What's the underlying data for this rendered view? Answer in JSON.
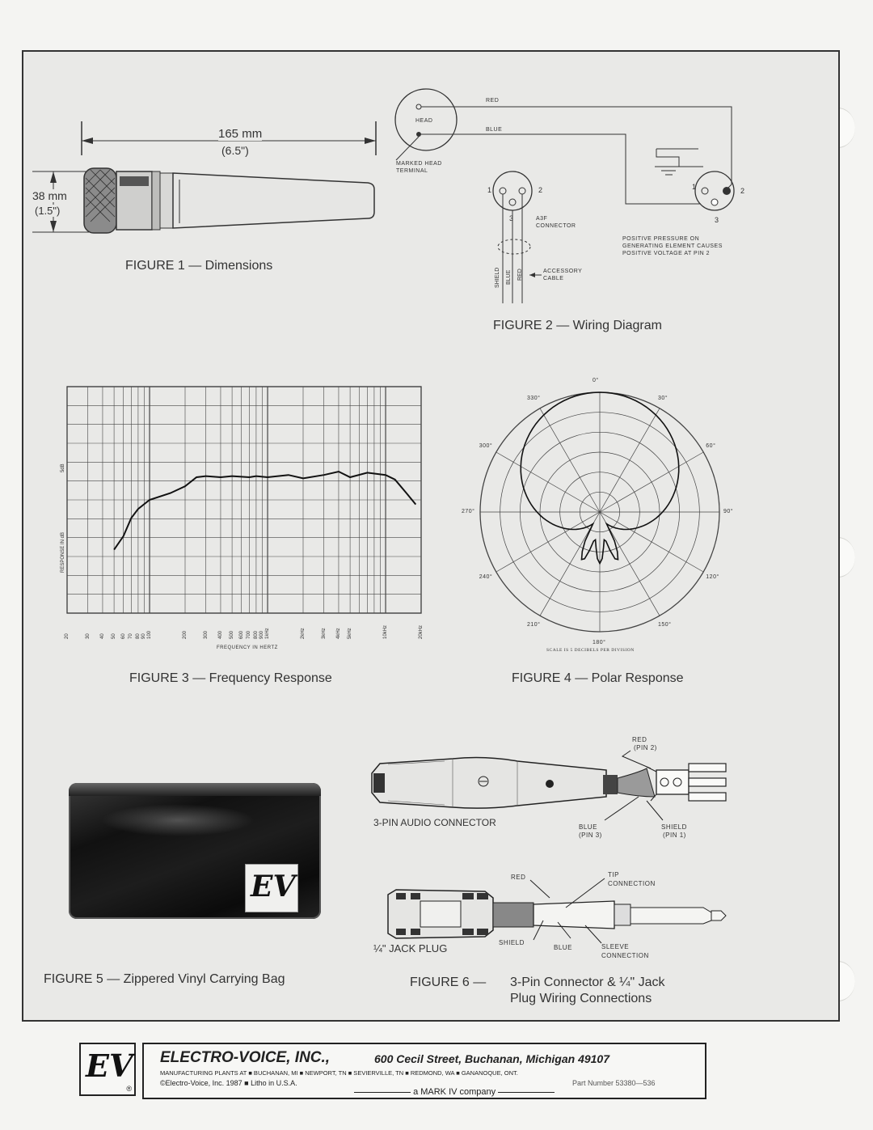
{
  "fig1": {
    "caption": "FIGURE 1 — Dimensions",
    "length_mm": "165 mm",
    "length_in": "(6.5\")",
    "dia_mm": "38 mm",
    "dia_in": "(1.5\")"
  },
  "fig2": {
    "caption": "FIGURE 2 — Wiring Diagram",
    "red": "RED",
    "blue": "BLUE",
    "head": "HEAD",
    "marked1": "MARKED HEAD",
    "marked2": "TERMINAL",
    "pin1": "1",
    "pin2": "2",
    "pin3": "3",
    "a3f1": "A3F",
    "a3f2": "CONNECTOR",
    "acc1": "ACCESSORY",
    "acc2": "CABLE",
    "shield_v": "SHIELD",
    "blue_v": "BLUE",
    "red_v": "RED",
    "note1": "POSITIVE PRESSURE ON",
    "note2": "GENERATING ELEMENT CAUSES",
    "note3": "POSITIVE VOLTAGE AT PIN 2"
  },
  "fig3": {
    "caption": "FIGURE 3 — Frequency Response",
    "ylabel": "RESPONSE IN dB",
    "scale_label": "5dB",
    "xlabel": "FREQUENCY IN HERTZ",
    "ticks": [
      "20",
      "30",
      "40",
      "50",
      "60",
      "70",
      "80",
      "90",
      "100",
      "200",
      "300",
      "400",
      "500",
      "600",
      "700",
      "800",
      "900",
      "1kHz",
      "2kHz",
      "3kHz",
      "4kHz",
      "5kHz",
      "10kHz",
      "20kHz"
    ]
  },
  "fig4": {
    "caption": "FIGURE 4 — Polar Response",
    "angles": [
      "0°",
      "30°",
      "60°",
      "90°",
      "120°",
      "150°",
      "180°",
      "210°",
      "240°",
      "270°",
      "300°",
      "330°"
    ],
    "scale_note": "SCALE IS 5 DECIBELS PER DIVISION"
  },
  "fig5": {
    "caption": "FIGURE 5 — Zippered Vinyl Carrying Bag",
    "logo": "EV"
  },
  "fig6": {
    "caption_prefix": "FIGURE 6 —",
    "caption_line1": "3-Pin Connector & ¼\" Jack",
    "caption_line2": "Plug Wiring Connections",
    "conn_label": "3-PIN AUDIO CONNECTOR",
    "red": "RED",
    "pin2": "(PIN 2)",
    "blue": "BLUE",
    "pin3": "(PIN 3)",
    "shield": "SHIELD",
    "pin1": "(PIN 1)",
    "jack_label": "¼\" JACK PLUG",
    "j_red": "RED",
    "tip1": "TIP",
    "tip2": "CONNECTION",
    "j_shield": "SHIELD",
    "j_blue": "BLUE",
    "sleeve1": "SLEEVE",
    "sleeve2": "CONNECTION"
  },
  "footer": {
    "logo": "EV",
    "company": "ELECTRO-VOICE, INC.,",
    "address": "600 Cecil Street, Buchanan, Michigan 49107",
    "plants": "MANUFACTURING PLANTS AT ■ BUCHANAN, MI ■ NEWPORT, TN ■ SEVIERVILLE, TN ■ REDMOND, WA ■ GANANOQUE, ONT.",
    "copyright": "©Electro-Voice, Inc. 1987 ■ Litho in U.S.A.",
    "part": "Part Number 53380—536",
    "markiv": "a MARK IV company"
  }
}
